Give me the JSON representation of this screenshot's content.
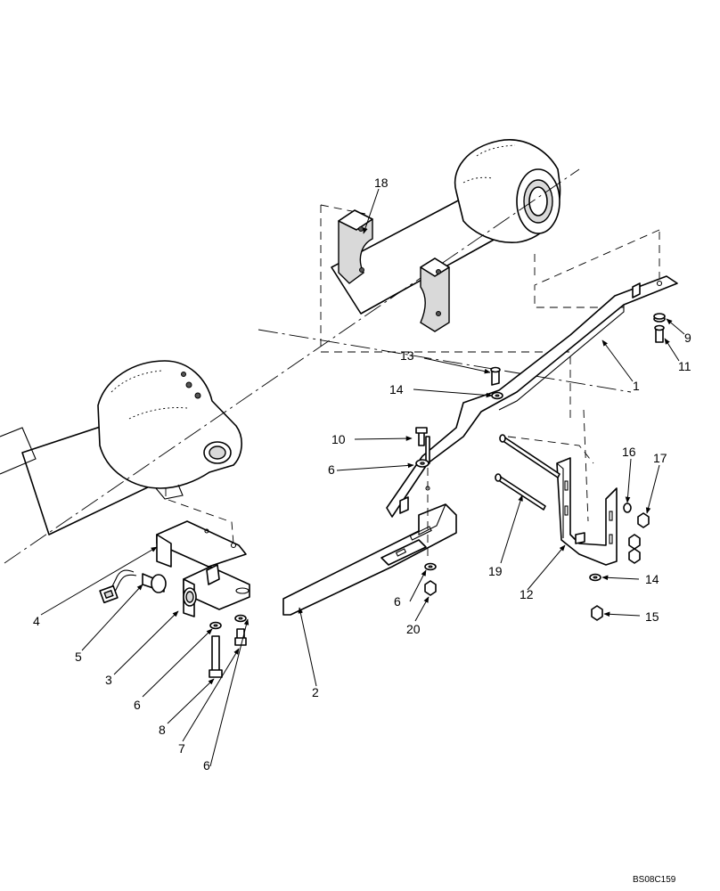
{
  "figure_code": "BS08C159",
  "callouts": {
    "c1": "1",
    "c2": "2",
    "c3": "3",
    "c4": "4",
    "c5": "5",
    "c6a": "6",
    "c6b": "6",
    "c6c": "6",
    "c6d": "6",
    "c7": "7",
    "c8": "8",
    "c9": "9",
    "c10": "10",
    "c11": "11",
    "c12": "12",
    "c13": "13",
    "c14a": "14",
    "c14b": "14",
    "c15": "15",
    "c16": "16",
    "c17": "17",
    "c18": "18",
    "c19": "19",
    "c20": "20"
  }
}
